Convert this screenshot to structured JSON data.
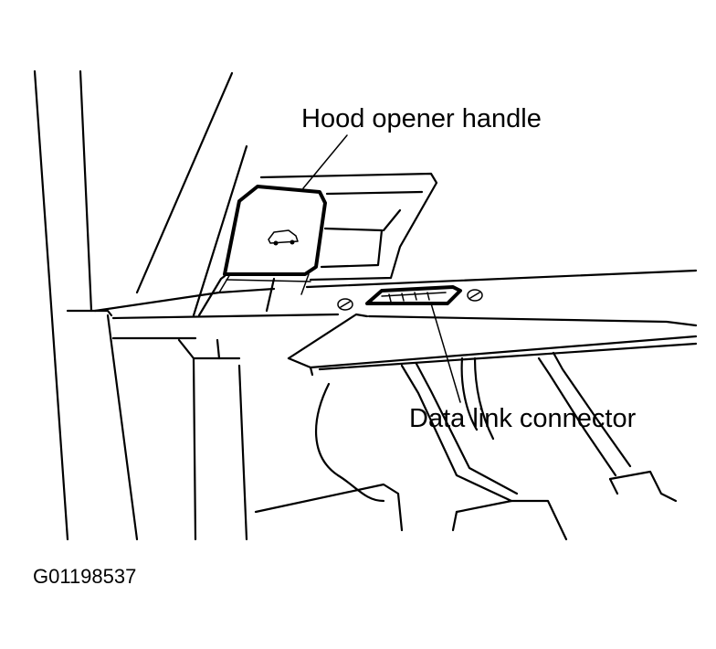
{
  "labels": {
    "hood_opener": "Hood opener handle",
    "data_link_connector": "Data link connector"
  },
  "figure_id": "G01198537",
  "icons": {
    "hood_symbol": "car-hood-icon"
  }
}
